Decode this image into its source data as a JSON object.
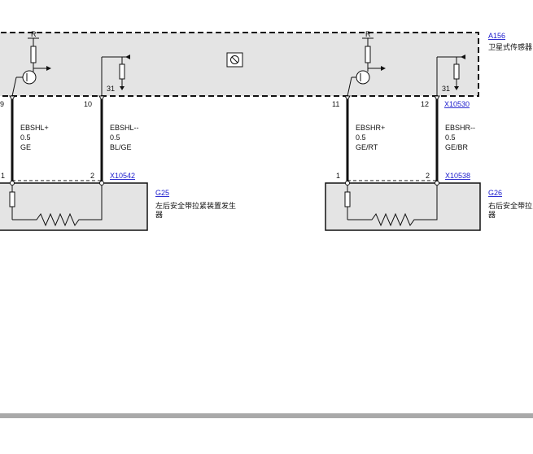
{
  "modules": {
    "a156": {
      "ref": "A156",
      "desc": "卫星式传感器"
    },
    "g25": {
      "ref": "G25",
      "desc_line1": "左后安全带拉紧装置发生",
      "desc_line2": "器"
    },
    "g26": {
      "ref": "G26",
      "desc_line1": "右后安全带拉紧装置发生",
      "desc_line2": "器"
    }
  },
  "connectors": {
    "x10530": "X10530",
    "x10542": "X10542",
    "x10538": "X10538"
  },
  "pins": {
    "p9": "9",
    "p10": "10",
    "p11": "11",
    "p12": "12",
    "p31_left": "31",
    "p31_right": "31",
    "g25_1": "1",
    "g25_2": "2",
    "g26_1": "1",
    "g26_2": "2"
  },
  "resistor_labels": {
    "left": "R",
    "right": "R"
  },
  "wires": [
    {
      "name": "EBSHL+",
      "size": "0.5",
      "color": "GE"
    },
    {
      "name": "EBSHL--",
      "size": "0.5",
      "color": "BL/GE"
    },
    {
      "name": "EBSHR+",
      "size": "0.5",
      "color": "GE/RT"
    },
    {
      "name": "EBSHR--",
      "size": "0.5",
      "color": "GE/BR"
    }
  ],
  "colors": {
    "module_fill": "#e4e4e4",
    "link": "#1a1acc",
    "footer_bar": "#a9a9a9"
  }
}
